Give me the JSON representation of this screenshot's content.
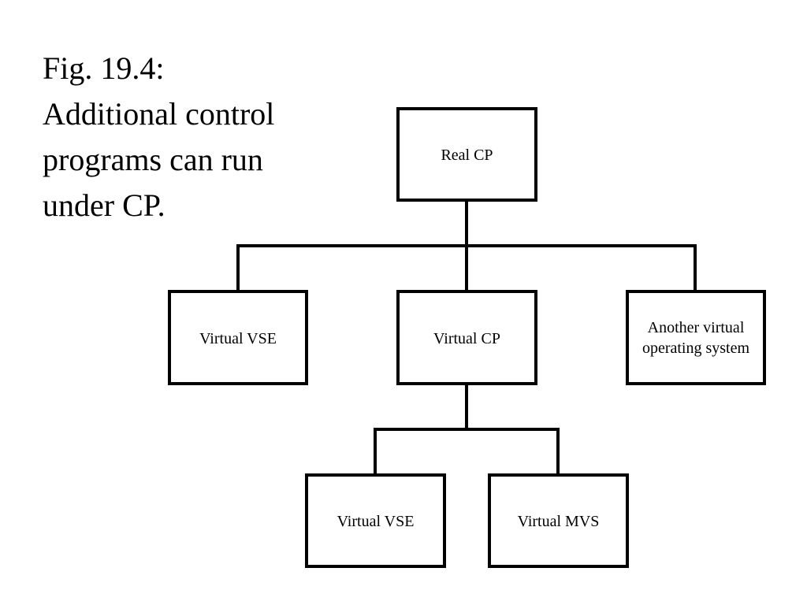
{
  "caption": {
    "lines": [
      "Fig. 19.4:",
      "Additional control",
      "programs can run",
      "under CP."
    ]
  },
  "colors": {
    "stroke": "#000000",
    "background": "#ffffff"
  },
  "nodes": {
    "real_cp": {
      "lines": [
        "Real CP"
      ]
    },
    "virtual_vse_top": {
      "lines": [
        "Virtual VSE"
      ]
    },
    "virtual_cp": {
      "lines": [
        "Virtual CP"
      ]
    },
    "another_virtual_os": {
      "lines": [
        "Another virtual",
        "operating system"
      ]
    },
    "virtual_vse_bottom": {
      "lines": [
        "Virtual VSE"
      ]
    },
    "virtual_mvs": {
      "lines": [
        "Virtual MVS"
      ]
    }
  },
  "edges": [
    {
      "from": "real_cp",
      "to": "virtual_vse_top"
    },
    {
      "from": "real_cp",
      "to": "virtual_cp"
    },
    {
      "from": "real_cp",
      "to": "another_virtual_os"
    },
    {
      "from": "virtual_cp",
      "to": "virtual_vse_bottom"
    },
    {
      "from": "virtual_cp",
      "to": "virtual_mvs"
    }
  ]
}
